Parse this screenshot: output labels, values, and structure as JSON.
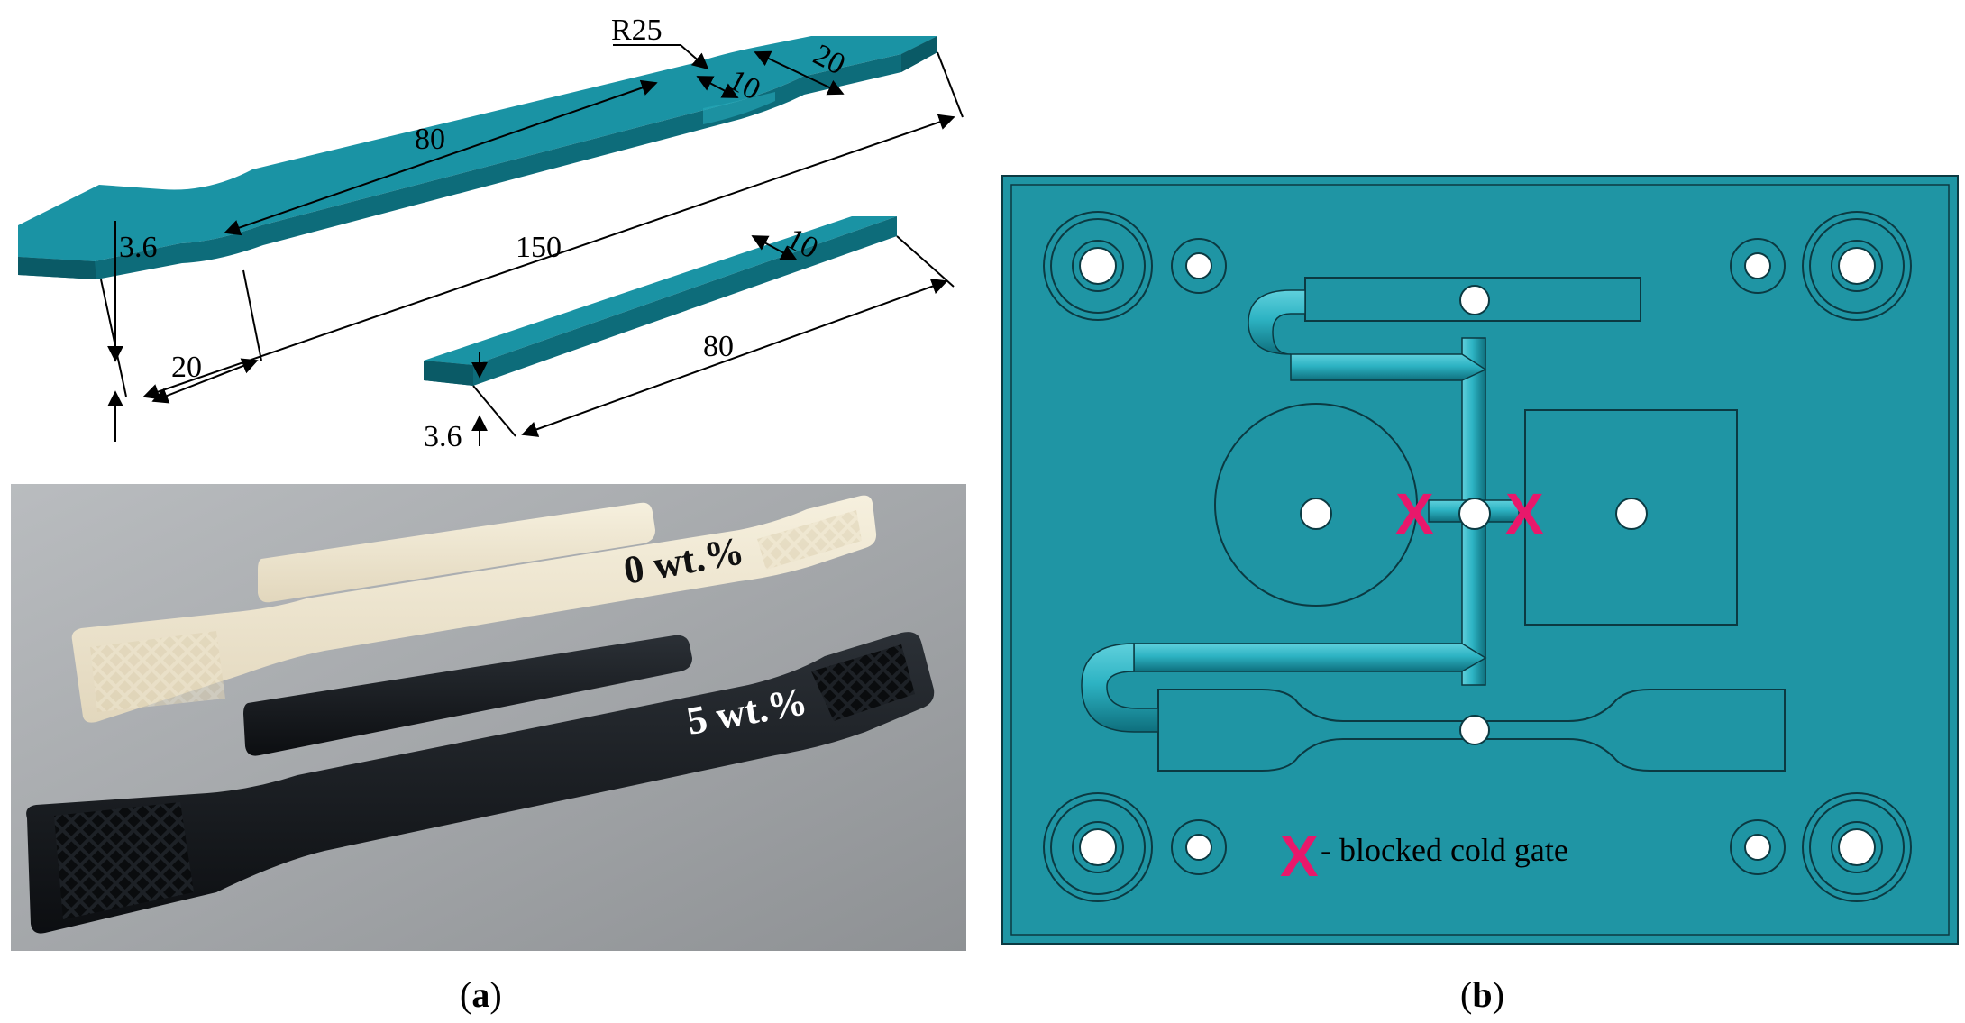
{
  "colors": {
    "part_teal": "#1a93a4",
    "part_teal_light": "#27aabb",
    "part_teal_dark": "#0d6c7a",
    "mold_teal": "#1f95a4",
    "mold_line": "#0b3a42",
    "marker_pink": "#e8186b",
    "photo_bg": "#9a9da0",
    "natural_sample": "#efe7d2",
    "black_sample": "#15181c"
  },
  "panel_a": {
    "dimensions": {
      "radius": "R25",
      "neck_width": "10",
      "grip_width": "20",
      "gauge_length": "80",
      "total_length": "150",
      "thickness": "3.6",
      "grip_length": "20",
      "bar_width": "10",
      "bar_length": "80",
      "bar_thickness": "3.6"
    },
    "photo": {
      "label_natural": "0 wt.%",
      "label_black": "5 wt.%"
    },
    "caption_letter": "a"
  },
  "panel_b": {
    "gate_marker": "X",
    "legend_text": "- blocked cold gate",
    "caption_letter": "b"
  }
}
